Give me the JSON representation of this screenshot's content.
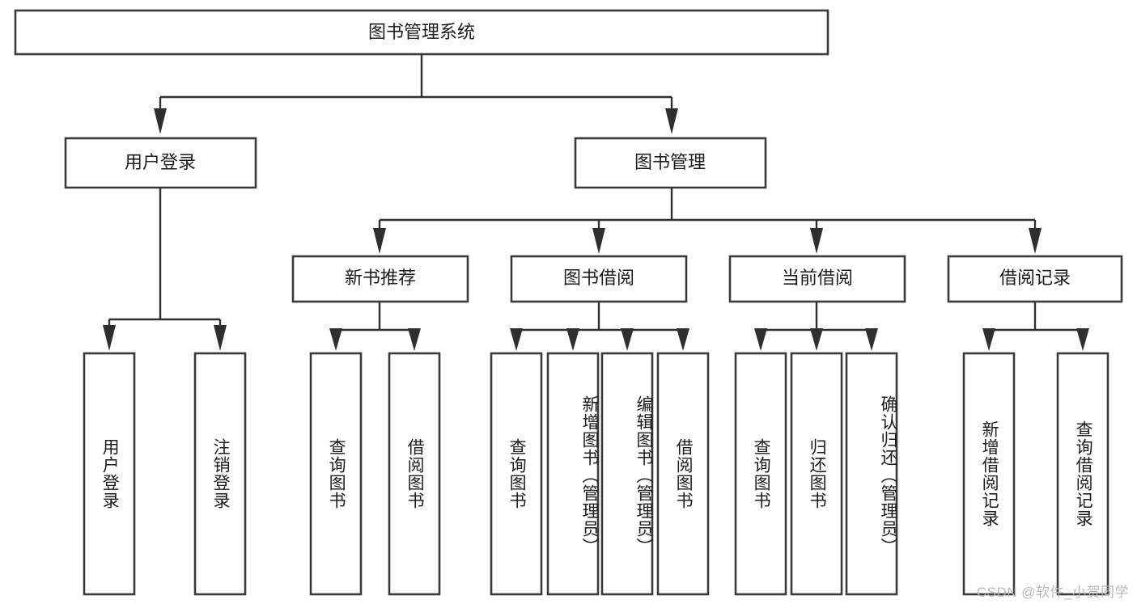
{
  "diagram": {
    "type": "tree",
    "title": "图书管理系统",
    "root": {
      "label": "图书管理系统"
    },
    "level2": [
      {
        "label": "用户登录"
      },
      {
        "label": "图书管理"
      }
    ],
    "level3": [
      {
        "label": "新书推荐"
      },
      {
        "label": "图书借阅"
      },
      {
        "label": "当前借阅"
      },
      {
        "label": "借阅记录"
      }
    ],
    "leaves": {
      "user_login": [
        "用户登录",
        "注销登录"
      ],
      "new_book_recommend": [
        "查询图书",
        "借阅图书"
      ],
      "book_borrow": [
        "查询图书",
        "新增图书（管理员）",
        "编辑图书（管理员）",
        "借阅图书"
      ],
      "current_borrow": [
        "查询图书",
        "归还图书",
        "确认归还（管理员）"
      ],
      "borrow_record": [
        "新增借阅记录",
        "查询借阅记录"
      ]
    }
  },
  "watermark": {
    "text": "CSDN @软件_小贺同学"
  },
  "colors": {
    "box_stroke": "#3a3a3a",
    "connector": "#2f2f2f",
    "text": "#1c1c1c",
    "background": "#ffffff",
    "watermark": "#b9b9b9"
  }
}
